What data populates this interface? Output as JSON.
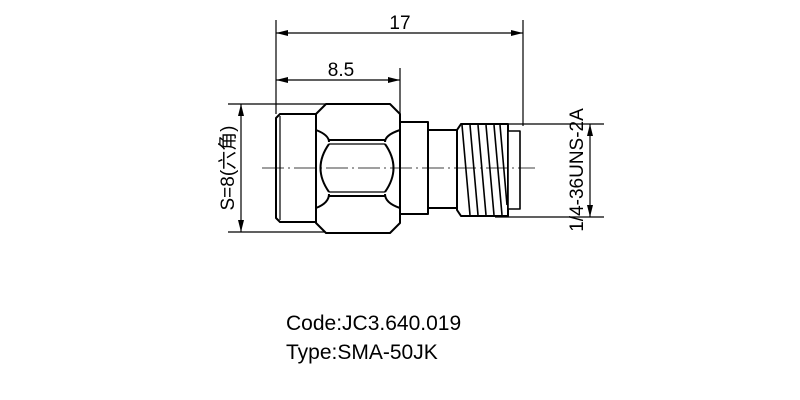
{
  "drawing": {
    "overall_length_label": "17",
    "partial_length_label": "8.5",
    "hex_size_label": "S=8(六角)",
    "thread_label": "1/4-36UNS-2A"
  },
  "caption": {
    "code": "Code:JC3.640.019",
    "type": "Type:SMA-50JK"
  },
  "colors": {
    "line": "#000000",
    "background": "#ffffff"
  }
}
